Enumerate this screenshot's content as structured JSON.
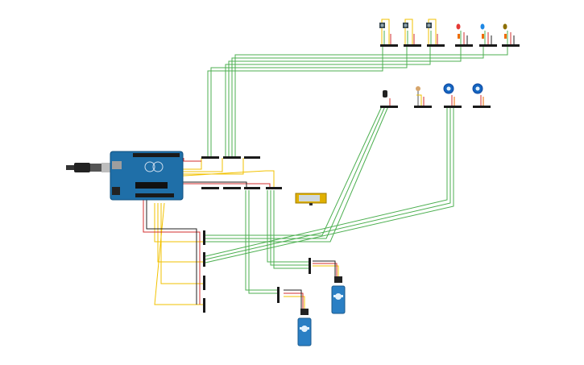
{
  "colors": {
    "background": "#ffffff",
    "wire_green": "#4caf50",
    "wire_yellow": "#f2c200",
    "wire_red": "#d32f2f",
    "wire_black": "#222222",
    "wire_orange": "#ef6c00",
    "arduino_board": "#1f6fa8",
    "servo_body": "#2a7fc4",
    "lcd_frame": "#e0b000",
    "header_black": "#1a1a1a"
  },
  "components": {
    "arduino": {
      "icon": "arduino-uno-board"
    },
    "usb_cable": {
      "icon": "usb-plug-icon"
    },
    "top_row": [
      {
        "kind": "pushbutton",
        "icon": "pushbutton-icon"
      },
      {
        "kind": "pushbutton",
        "icon": "pushbutton-icon"
      },
      {
        "kind": "pushbutton",
        "icon": "pushbutton-icon"
      },
      {
        "kind": "led-red",
        "icon": "led-icon",
        "color": "#e53935"
      },
      {
        "kind": "led-blue",
        "icon": "led-icon",
        "color": "#1e88e5"
      },
      {
        "kind": "led-yellow",
        "icon": "led-icon",
        "color": "#8d6e00"
      }
    ],
    "sensor_row": [
      {
        "kind": "ir-sensor",
        "icon": "ir-receiver-icon"
      },
      {
        "kind": "photoresistor",
        "icon": "photoresistor-icon"
      },
      {
        "kind": "potentiometer",
        "icon": "potentiometer-icon"
      },
      {
        "kind": "potentiometer",
        "icon": "potentiometer-icon"
      }
    ],
    "lcd": {
      "icon": "lcd-display-icon"
    },
    "servos": [
      {
        "icon": "servo-motor-icon"
      },
      {
        "icon": "servo-motor-icon"
      }
    ]
  }
}
